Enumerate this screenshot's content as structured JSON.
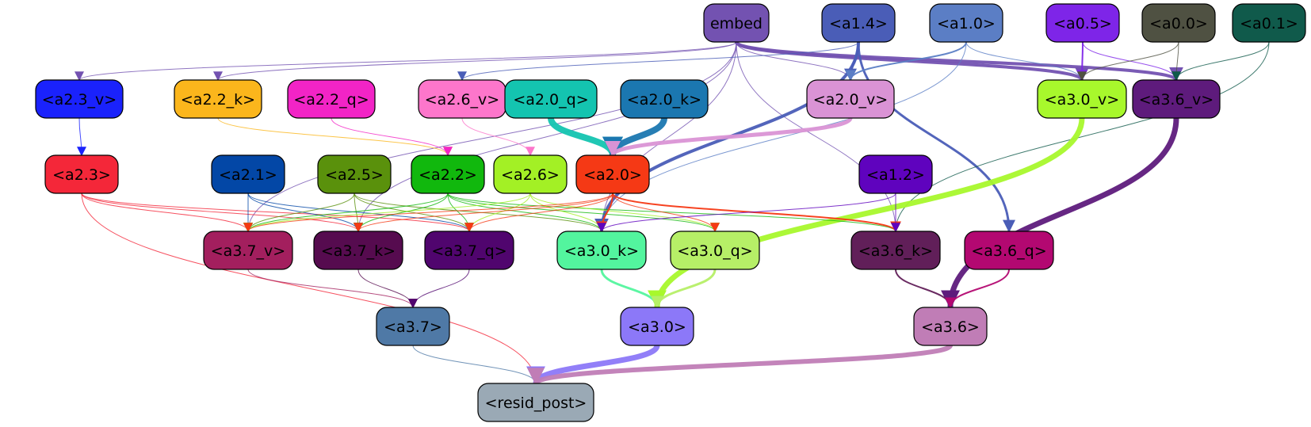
{
  "graph": {
    "nodes": [
      {
        "id": "embed",
        "label": "embed",
        "fill": "#7352b1",
        "text": "#000000"
      },
      {
        "id": "a1_4",
        "label": "<a1.4>",
        "fill": "#4a5db7",
        "text": "#000000"
      },
      {
        "id": "a1_0",
        "label": "<a1.0>",
        "fill": "#5b7ec5",
        "text": "#000000"
      },
      {
        "id": "a0_5",
        "label": "<a0.5>",
        "fill": "#7e25e8",
        "text": "#000000"
      },
      {
        "id": "a0_0",
        "label": "<a0.0>",
        "fill": "#4f5142",
        "text": "#000000"
      },
      {
        "id": "a0_1",
        "label": "<a0.1>",
        "fill": "#105a4b",
        "text": "#000000"
      },
      {
        "id": "a2_3_v",
        "label": "<a2.3_v>",
        "fill": "#1a22fc",
        "text": "#000000"
      },
      {
        "id": "a2_2_k",
        "label": "<a2.2_k>",
        "fill": "#fbb61c",
        "text": "#000000"
      },
      {
        "id": "a2_2_q",
        "label": "<a2.2_q>",
        "fill": "#f224c6",
        "text": "#000000"
      },
      {
        "id": "a2_6_v",
        "label": "<a2.6_v>",
        "fill": "#fd76cb",
        "text": "#000000"
      },
      {
        "id": "a2_0_q",
        "label": "<a2.0_q>",
        "fill": "#14c4b0",
        "text": "#000000"
      },
      {
        "id": "a2_0_k",
        "label": "<a2.0_k>",
        "fill": "#1b77b0",
        "text": "#000000"
      },
      {
        "id": "a2_0_v",
        "label": "<a2.0_v>",
        "fill": "#da93d5",
        "text": "#000000"
      },
      {
        "id": "a3_0_v",
        "label": "<a3.0_v>",
        "fill": "#a8f82c",
        "text": "#000000"
      },
      {
        "id": "a3_6_v",
        "label": "<a3.6_v>",
        "fill": "#5e1b7c",
        "text": "#000000"
      },
      {
        "id": "a2_3",
        "label": "<a2.3>",
        "fill": "#f42739",
        "text": "#000000"
      },
      {
        "id": "a2_1",
        "label": "<a2.1>",
        "fill": "#0347a6",
        "text": "#000000"
      },
      {
        "id": "a2_5",
        "label": "<a2.5>",
        "fill": "#5a910c",
        "text": "#000000"
      },
      {
        "id": "a2_2",
        "label": "<a2.2>",
        "fill": "#11b80d",
        "text": "#000000"
      },
      {
        "id": "a2_6",
        "label": "<a2.6>",
        "fill": "#a3f025",
        "text": "#000000"
      },
      {
        "id": "a2_0",
        "label": "<a2.0>",
        "fill": "#f53915",
        "text": "#000000"
      },
      {
        "id": "a1_2",
        "label": "<a1.2>",
        "fill": "#5f03be",
        "text": "#000000"
      },
      {
        "id": "a3_7_v",
        "label": "<a3.7_v>",
        "fill": "#a31f5e",
        "text": "#000000"
      },
      {
        "id": "a3_7_k",
        "label": "<a3.7_k>",
        "fill": "#560b4f",
        "text": "#000000"
      },
      {
        "id": "a3_7_q",
        "label": "<a3.7_q>",
        "fill": "#50056e",
        "text": "#000000"
      },
      {
        "id": "a3_0_k",
        "label": "<a3.0_k>",
        "fill": "#53f59e",
        "text": "#000000"
      },
      {
        "id": "a3_0_q",
        "label": "<a3.0_q>",
        "fill": "#b6ef67",
        "text": "#000000"
      },
      {
        "id": "a3_6_k",
        "label": "<a3.6_k>",
        "fill": "#611f59",
        "text": "#000000"
      },
      {
        "id": "a3_6_q",
        "label": "<a3.6_q>",
        "fill": "#b30871",
        "text": "#000000"
      },
      {
        "id": "a3_7",
        "label": "<a3.7>",
        "fill": "#4f79a6",
        "text": "#000000"
      },
      {
        "id": "a3_0",
        "label": "<a3.0>",
        "fill": "#8c78f8",
        "text": "#000000"
      },
      {
        "id": "a3_6",
        "label": "<a3.6>",
        "fill": "#c07db6",
        "text": "#000000"
      },
      {
        "id": "resid_post",
        "label": "<resid_post>",
        "fill": "#9aa9b5",
        "text": "#000000"
      }
    ],
    "edges": [
      {
        "from": "embed",
        "to": "a2_3_v",
        "color": "#7352b1",
        "weight": 1
      },
      {
        "from": "embed",
        "to": "a2_2_k",
        "color": "#7352b1",
        "weight": 1
      },
      {
        "from": "embed",
        "to": "a3_7_v",
        "color": "#7352b1",
        "weight": 1
      },
      {
        "from": "embed",
        "to": "a3_7_k",
        "color": "#7352b1",
        "weight": 1
      },
      {
        "from": "embed",
        "to": "a3_0_k",
        "color": "#7352b1",
        "weight": 1
      },
      {
        "from": "embed",
        "to": "a2_0_v",
        "color": "#7352b1",
        "weight": 1
      },
      {
        "from": "embed",
        "to": "a3_6_k",
        "color": "#7352b1",
        "weight": 1
      },
      {
        "from": "embed",
        "to": "a3_0_v",
        "color": "#7352b1",
        "weight": 4
      },
      {
        "from": "embed",
        "to": "a3_6_v",
        "color": "#7352b1",
        "weight": 4
      },
      {
        "from": "a1_4",
        "to": "a2_6_v",
        "color": "#4a5db7",
        "weight": 1
      },
      {
        "from": "a1_4",
        "to": "a2_0_v",
        "color": "#4a5db7",
        "weight": 3
      },
      {
        "from": "a1_4",
        "to": "a3_0_k",
        "color": "#4a5db7",
        "weight": 4
      },
      {
        "from": "a1_4",
        "to": "a3_6_q",
        "color": "#4a5db7",
        "weight": 3
      },
      {
        "from": "a1_0",
        "to": "a2_0_v",
        "color": "#5b7ec5",
        "weight": 2
      },
      {
        "from": "a1_0",
        "to": "a3_0_v",
        "color": "#5b7ec5",
        "weight": 1
      },
      {
        "from": "a1_0",
        "to": "a3_0_k",
        "color": "#5b7ec5",
        "weight": 1
      },
      {
        "from": "a0_5",
        "to": "a3_0_v",
        "color": "#7e25e8",
        "weight": 2
      },
      {
        "from": "a0_5",
        "to": "a3_6_v",
        "color": "#7e25e8",
        "weight": 1
      },
      {
        "from": "a0_0",
        "to": "a3_0_v",
        "color": "#4f5142",
        "weight": 1
      },
      {
        "from": "a0_0",
        "to": "a3_6_v",
        "color": "#4f5142",
        "weight": 1
      },
      {
        "from": "a0_1",
        "to": "a3_6_v",
        "color": "#105a4b",
        "weight": 1
      },
      {
        "from": "a0_1",
        "to": "a3_6_k",
        "color": "#105a4b",
        "weight": 1
      },
      {
        "from": "a2_3_v",
        "to": "a2_3",
        "color": "#1a22fc",
        "weight": 1
      },
      {
        "from": "a2_2_k",
        "to": "a2_2",
        "color": "#fbb61c",
        "weight": 1
      },
      {
        "from": "a2_2_q",
        "to": "a2_2",
        "color": "#f224c6",
        "weight": 1
      },
      {
        "from": "a2_6_v",
        "to": "a2_6",
        "color": "#fd76cb",
        "weight": 1
      },
      {
        "from": "a2_0_q",
        "to": "a2_0",
        "color": "#14c4b0",
        "weight": 8
      },
      {
        "from": "a2_0_k",
        "to": "a2_0",
        "color": "#1b77b0",
        "weight": 8
      },
      {
        "from": "a2_0_v",
        "to": "a2_0",
        "color": "#da93d5",
        "weight": 5
      },
      {
        "from": "a3_0_v",
        "to": "a3_0",
        "color": "#a8f82c",
        "weight": 7
      },
      {
        "from": "a3_6_v",
        "to": "a3_6",
        "color": "#5e1b7c",
        "weight": 7
      },
      {
        "from": "a2_3",
        "to": "a3_7_v",
        "color": "#f42739",
        "weight": 1
      },
      {
        "from": "a2_3",
        "to": "a3_7_k",
        "color": "#f42739",
        "weight": 1
      },
      {
        "from": "a2_3",
        "to": "a3_7_q",
        "color": "#f42739",
        "weight": 1
      },
      {
        "from": "a2_3",
        "to": "resid_post",
        "color": "#f42739",
        "weight": 1
      },
      {
        "from": "a2_1",
        "to": "a3_7_v",
        "color": "#0347a6",
        "weight": 1
      },
      {
        "from": "a2_1",
        "to": "a3_7_k",
        "color": "#0347a6",
        "weight": 1
      },
      {
        "from": "a2_1",
        "to": "a3_7_q",
        "color": "#0347a6",
        "weight": 1
      },
      {
        "from": "a2_5",
        "to": "a3_7_v",
        "color": "#5a910c",
        "weight": 1
      },
      {
        "from": "a2_5",
        "to": "a3_7_k",
        "color": "#5a910c",
        "weight": 1
      },
      {
        "from": "a2_5",
        "to": "a3_7_q",
        "color": "#5a910c",
        "weight": 1
      },
      {
        "from": "a2_5",
        "to": "a3_0_k",
        "color": "#5a910c",
        "weight": 1
      },
      {
        "from": "a2_2",
        "to": "a3_7_v",
        "color": "#11b80d",
        "weight": 1
      },
      {
        "from": "a2_2",
        "to": "a3_7_k",
        "color": "#11b80d",
        "weight": 1
      },
      {
        "from": "a2_2",
        "to": "a3_7_q",
        "color": "#11b80d",
        "weight": 1
      },
      {
        "from": "a2_2",
        "to": "a3_0_k",
        "color": "#11b80d",
        "weight": 1
      },
      {
        "from": "a2_2",
        "to": "a3_0_q",
        "color": "#11b80d",
        "weight": 1
      },
      {
        "from": "a2_2",
        "to": "a3_6_k",
        "color": "#11b80d",
        "weight": 1
      },
      {
        "from": "a2_6",
        "to": "a3_7_v",
        "color": "#a3f025",
        "weight": 1
      },
      {
        "from": "a2_6",
        "to": "a3_7_q",
        "color": "#a3f025",
        "weight": 1
      },
      {
        "from": "a2_6",
        "to": "a3_0_k",
        "color": "#a3f025",
        "weight": 1
      },
      {
        "from": "a2_6",
        "to": "a3_0_q",
        "color": "#a3f025",
        "weight": 1
      },
      {
        "from": "a2_0",
        "to": "a3_7_v",
        "color": "#f53915",
        "weight": 1
      },
      {
        "from": "a2_0",
        "to": "a3_7_k",
        "color": "#f53915",
        "weight": 1
      },
      {
        "from": "a2_0",
        "to": "a3_7_q",
        "color": "#f53915",
        "weight": 1
      },
      {
        "from": "a2_0",
        "to": "a3_0_k",
        "color": "#f53915",
        "weight": 2
      },
      {
        "from": "a2_0",
        "to": "a3_0_q",
        "color": "#f53915",
        "weight": 1
      },
      {
        "from": "a2_0",
        "to": "a3_6_k",
        "color": "#f53915",
        "weight": 2
      },
      {
        "from": "a1_2",
        "to": "a3_6_k",
        "color": "#5f03be",
        "weight": 1
      },
      {
        "from": "a1_2",
        "to": "a3_0_k",
        "color": "#5f03be",
        "weight": 1
      },
      {
        "from": "a3_7_v",
        "to": "a3_7",
        "color": "#a31f5e",
        "weight": 1
      },
      {
        "from": "a3_7_k",
        "to": "a3_7",
        "color": "#560b4f",
        "weight": 1
      },
      {
        "from": "a3_7_q",
        "to": "a3_7",
        "color": "#50056e",
        "weight": 1
      },
      {
        "from": "a3_0_k",
        "to": "a3_0",
        "color": "#53f59e",
        "weight": 3
      },
      {
        "from": "a3_0_q",
        "to": "a3_0",
        "color": "#b6ef67",
        "weight": 3
      },
      {
        "from": "a3_6_k",
        "to": "a3_6",
        "color": "#611f59",
        "weight": 2
      },
      {
        "from": "a3_6_q",
        "to": "a3_6",
        "color": "#b30871",
        "weight": 2
      },
      {
        "from": "a3_7",
        "to": "resid_post",
        "color": "#4f79a6",
        "weight": 1
      },
      {
        "from": "a3_0",
        "to": "resid_post",
        "color": "#8c78f8",
        "weight": 7
      },
      {
        "from": "a3_6",
        "to": "resid_post",
        "color": "#c07db6",
        "weight": 6
      }
    ]
  }
}
